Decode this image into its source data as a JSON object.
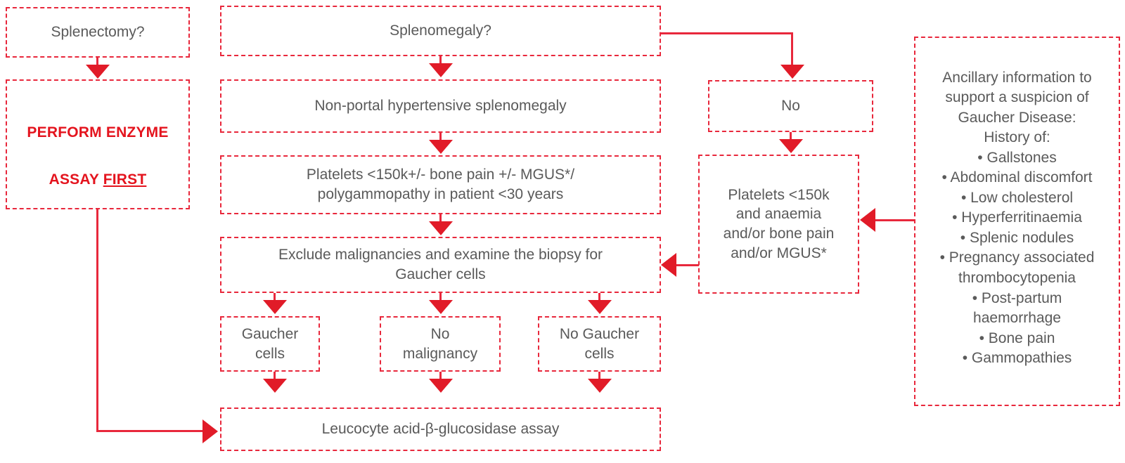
{
  "colors": {
    "border": "#e8283c",
    "arrow": "#e11b28",
    "text": "#5a5a5a",
    "emphasis": "#e4141e",
    "background": "#ffffff"
  },
  "nodes": {
    "splenectomy": "Splenectomy?",
    "perform_enzyme_line1": "PERFORM ENZYME",
    "perform_enzyme_line2_pre": "ASSAY ",
    "perform_enzyme_line2_underlined": "FIRST",
    "splenomegaly": "Splenomegaly?",
    "non_portal": "Non-portal hypertensive splenomegaly",
    "platelets_main": "Platelets <150k+/- bone pain +/- MGUS*/\npolygammopathy in patient <30 years",
    "exclude_malignancies": "Exclude malignancies and examine the biopsy for\nGaucher cells",
    "gaucher_cells": "Gaucher\ncells",
    "no_malignancy": "No\nmalignancy",
    "no_gaucher_cells": "No Gaucher\ncells",
    "leucocyte_assay": "Leucocyte acid-β-glucosidase assay",
    "no_branch": "No",
    "platelets_right": "Platelets <150k\nand anaemia\nand/or bone pain\nand/or MGUS*"
  },
  "ancillary": {
    "heading": "Ancillary information to\nsupport a suspicion of\nGaucher Disease:",
    "subheading": "History of:",
    "items": [
      "Gallstones",
      "Abdominal discomfort",
      "Low cholesterol",
      "Hyperferritinaemia",
      "Splenic nodules",
      "Pregnancy associated thrombocytopenia",
      "Post-partum haemorrhage",
      "Bone pain",
      "Gammopathies"
    ],
    "rendered": "• Gallstones\n• Abdominal discomfort\n• Low cholesterol\n• Hyperferritinaemia\n• Splenic nodules\n• Pregnancy associated\nthrombocytopenia\n• Post-partum\nhaemorrhage\n• Bone pain\n• Gammopathies"
  }
}
